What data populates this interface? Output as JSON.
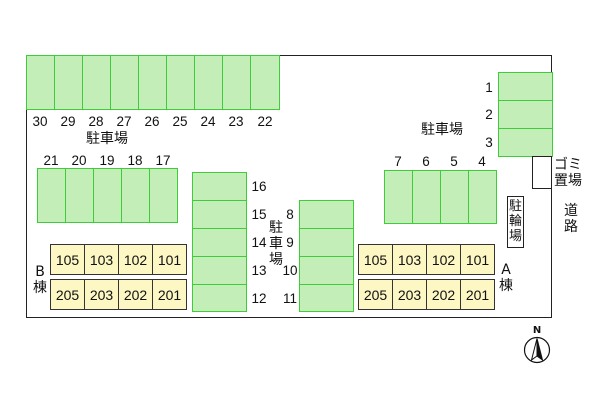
{
  "map": {
    "top_row_numbers": [
      "30",
      "29",
      "28",
      "27",
      "26",
      "25",
      "24",
      "23",
      "22"
    ],
    "right_top_numbers": [
      "1",
      "2",
      "3"
    ],
    "left_mid_numbers": [
      "21",
      "20",
      "19",
      "18",
      "17"
    ],
    "right_mid_numbers": [
      "7",
      "6",
      "5",
      "4"
    ],
    "center_left_numbers": [
      "16",
      "15",
      "14",
      "13",
      "12"
    ],
    "center_right_numbers": [
      "8",
      "9",
      "10",
      "11"
    ],
    "building_b_units": [
      "105",
      "103",
      "102",
      "101",
      "205",
      "203",
      "202",
      "201"
    ],
    "building_a_units": [
      "105",
      "103",
      "102",
      "101",
      "205",
      "203",
      "202",
      "201"
    ],
    "labels": {
      "parking_top_left": "駐車場",
      "parking_top_right": "駐車場",
      "parking_center": "駐車場",
      "bicycle_parking": "駐輪場",
      "garbage": "ゴミ置場",
      "road": "道路",
      "building_b": "B棟",
      "building_a": "A棟",
      "north": "N"
    },
    "colors": {
      "parking_fill": "#c3eeb7",
      "parking_border": "#3fcc3a",
      "unit_fill": "#fdf7c4"
    }
  }
}
